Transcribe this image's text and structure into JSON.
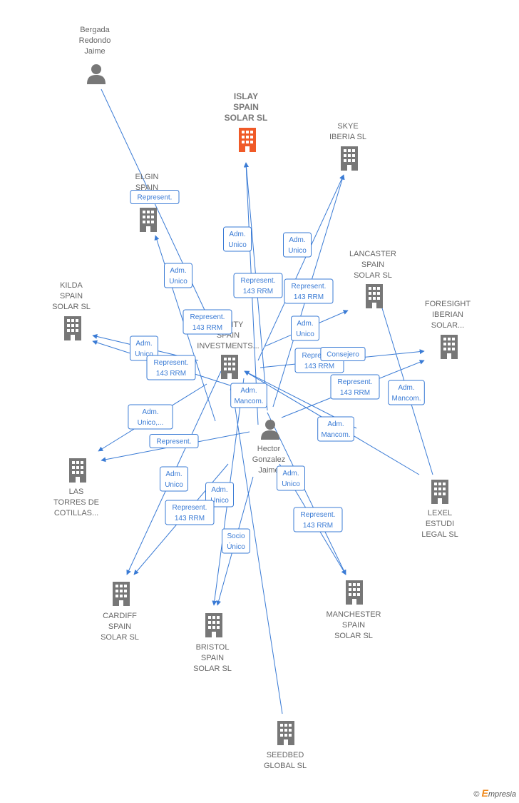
{
  "colors": {
    "edge": "#3a7bd5",
    "company": "#777777",
    "company_main": "#f05a28",
    "person": "#777777"
  },
  "nodes": [
    {
      "id": "bergada",
      "type": "person",
      "label": [
        "Bergada",
        "Redondo",
        "Jaime"
      ]
    },
    {
      "id": "islay",
      "type": "company_main",
      "label": [
        "ISLAY",
        "SPAIN",
        "SOLAR  SL"
      ]
    },
    {
      "id": "skye",
      "type": "company",
      "label": [
        "SKYE",
        "IBERIA  SL"
      ]
    },
    {
      "id": "elgin",
      "type": "company",
      "label": [
        "ELGIN",
        "SPAIN",
        "S..."
      ]
    },
    {
      "id": "lancaster",
      "type": "company",
      "label": [
        "LANCASTER",
        "SPAIN",
        "SOLAR  SL"
      ]
    },
    {
      "id": "foresight",
      "type": "company",
      "label": [
        "FORESIGHT",
        "IBERIAN",
        "SOLAR..."
      ]
    },
    {
      "id": "kilda",
      "type": "company",
      "label": [
        "KILDA",
        "SPAIN",
        "SOLAR  SL"
      ]
    },
    {
      "id": "trinity",
      "type": "company",
      "label": [
        "TRINITY",
        "SPAIN",
        "INVESTMENTS..."
      ]
    },
    {
      "id": "hector",
      "type": "person",
      "label": [
        "Hector",
        "Gonzalez",
        "Jaime"
      ]
    },
    {
      "id": "lastorres",
      "type": "company",
      "label": [
        "LAS",
        "TORRES DE",
        "COTILLAS..."
      ]
    },
    {
      "id": "lexel",
      "type": "company",
      "label": [
        "LEXEL",
        "ESTUDI",
        "LEGAL  SL"
      ]
    },
    {
      "id": "cardiff",
      "type": "company",
      "label": [
        "CARDIFF",
        "SPAIN",
        "SOLAR  SL"
      ]
    },
    {
      "id": "bristol",
      "type": "company",
      "label": [
        "BRISTOL",
        "SPAIN",
        "SOLAR  SL"
      ]
    },
    {
      "id": "manchester",
      "type": "company",
      "label": [
        "MANCHESTER",
        "SPAIN",
        "SOLAR  SL"
      ]
    },
    {
      "id": "seedbed",
      "type": "company",
      "label": [
        "SEEDBED",
        "GLOBAL  SL"
      ]
    }
  ],
  "edge_labels": [
    {
      "id": "l1",
      "lines": [
        "Represent."
      ]
    },
    {
      "id": "l2",
      "lines": [
        "Adm.",
        "Unico"
      ]
    },
    {
      "id": "l3",
      "lines": [
        "Adm.",
        "Unico"
      ]
    },
    {
      "id": "l4",
      "lines": [
        "Adm.",
        "Unico"
      ]
    },
    {
      "id": "l5",
      "lines": [
        "Represent.",
        "143 RRM"
      ]
    },
    {
      "id": "l6",
      "lines": [
        "Represent.",
        "143 RRM"
      ]
    },
    {
      "id": "l7",
      "lines": [
        "Represent.",
        "143 RRM"
      ]
    },
    {
      "id": "l8",
      "lines": [
        "Adm.",
        "Unico"
      ]
    },
    {
      "id": "l9",
      "lines": [
        "Adm.",
        "Unico"
      ]
    },
    {
      "id": "l10",
      "lines": [
        "Represent.",
        "143 RRM"
      ]
    },
    {
      "id": "l11",
      "lines": [
        "Consejero"
      ]
    },
    {
      "id": "l12",
      "lines": [
        "Represent.",
        "143 RRM"
      ]
    },
    {
      "id": "l13",
      "lines": [
        "Adm.",
        "Mancom."
      ]
    },
    {
      "id": "l14",
      "lines": [
        "Adm.",
        "Mancom."
      ]
    },
    {
      "id": "l15",
      "lines": [
        "Adm.",
        "Mancom."
      ]
    },
    {
      "id": "l16",
      "lines": [
        "Adm.",
        "Unico,..."
      ]
    },
    {
      "id": "l17",
      "lines": [
        "Represent."
      ]
    },
    {
      "id": "l18",
      "lines": [
        "Adm.",
        "Unico"
      ]
    },
    {
      "id": "l19",
      "lines": [
        "Adm.",
        "Unico"
      ]
    },
    {
      "id": "l20",
      "lines": [
        "Adm.",
        "Unico"
      ]
    },
    {
      "id": "l21",
      "lines": [
        "Represent.",
        "143 RRM"
      ]
    },
    {
      "id": "l22",
      "lines": [
        "Represent.",
        "143 RRM"
      ]
    },
    {
      "id": "l23",
      "lines": [
        "Represent.",
        "143 RRM"
      ]
    },
    {
      "id": "l24",
      "lines": [
        "Socio",
        "Único"
      ]
    }
  ],
  "brand": {
    "copyright": "©",
    "e": "E",
    "rest": "mpresia"
  }
}
